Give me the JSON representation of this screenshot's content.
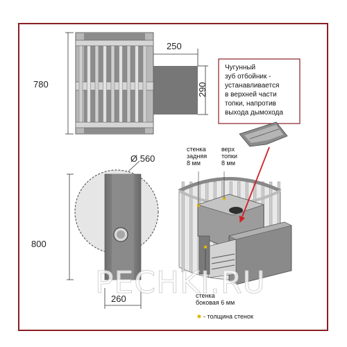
{
  "dimensions": {
    "height_top": "780",
    "width_tank": "250",
    "height_tank": "290",
    "diameter": "Ø 560",
    "height_bottom": "800",
    "width_bottom": "260"
  },
  "callout": {
    "lines": [
      "Чугунный",
      "зуб отбойник -",
      "устанавливается",
      "в верхней части",
      "топки, напротив",
      "выхода дымохода"
    ]
  },
  "labels": {
    "back_wall": [
      "стенка",
      "задняя",
      "8 мм"
    ],
    "top_wall": [
      "верх",
      "топки",
      "8 мм"
    ],
    "side_wall": [
      "стенка",
      "боковая 6 мм"
    ],
    "legend": "- толщина стенок"
  },
  "watermark": "PECHKI.RU",
  "colors": {
    "frame": "#8a1f24",
    "accent_red": "#d21f26",
    "legend_dot": "#e6b800"
  }
}
